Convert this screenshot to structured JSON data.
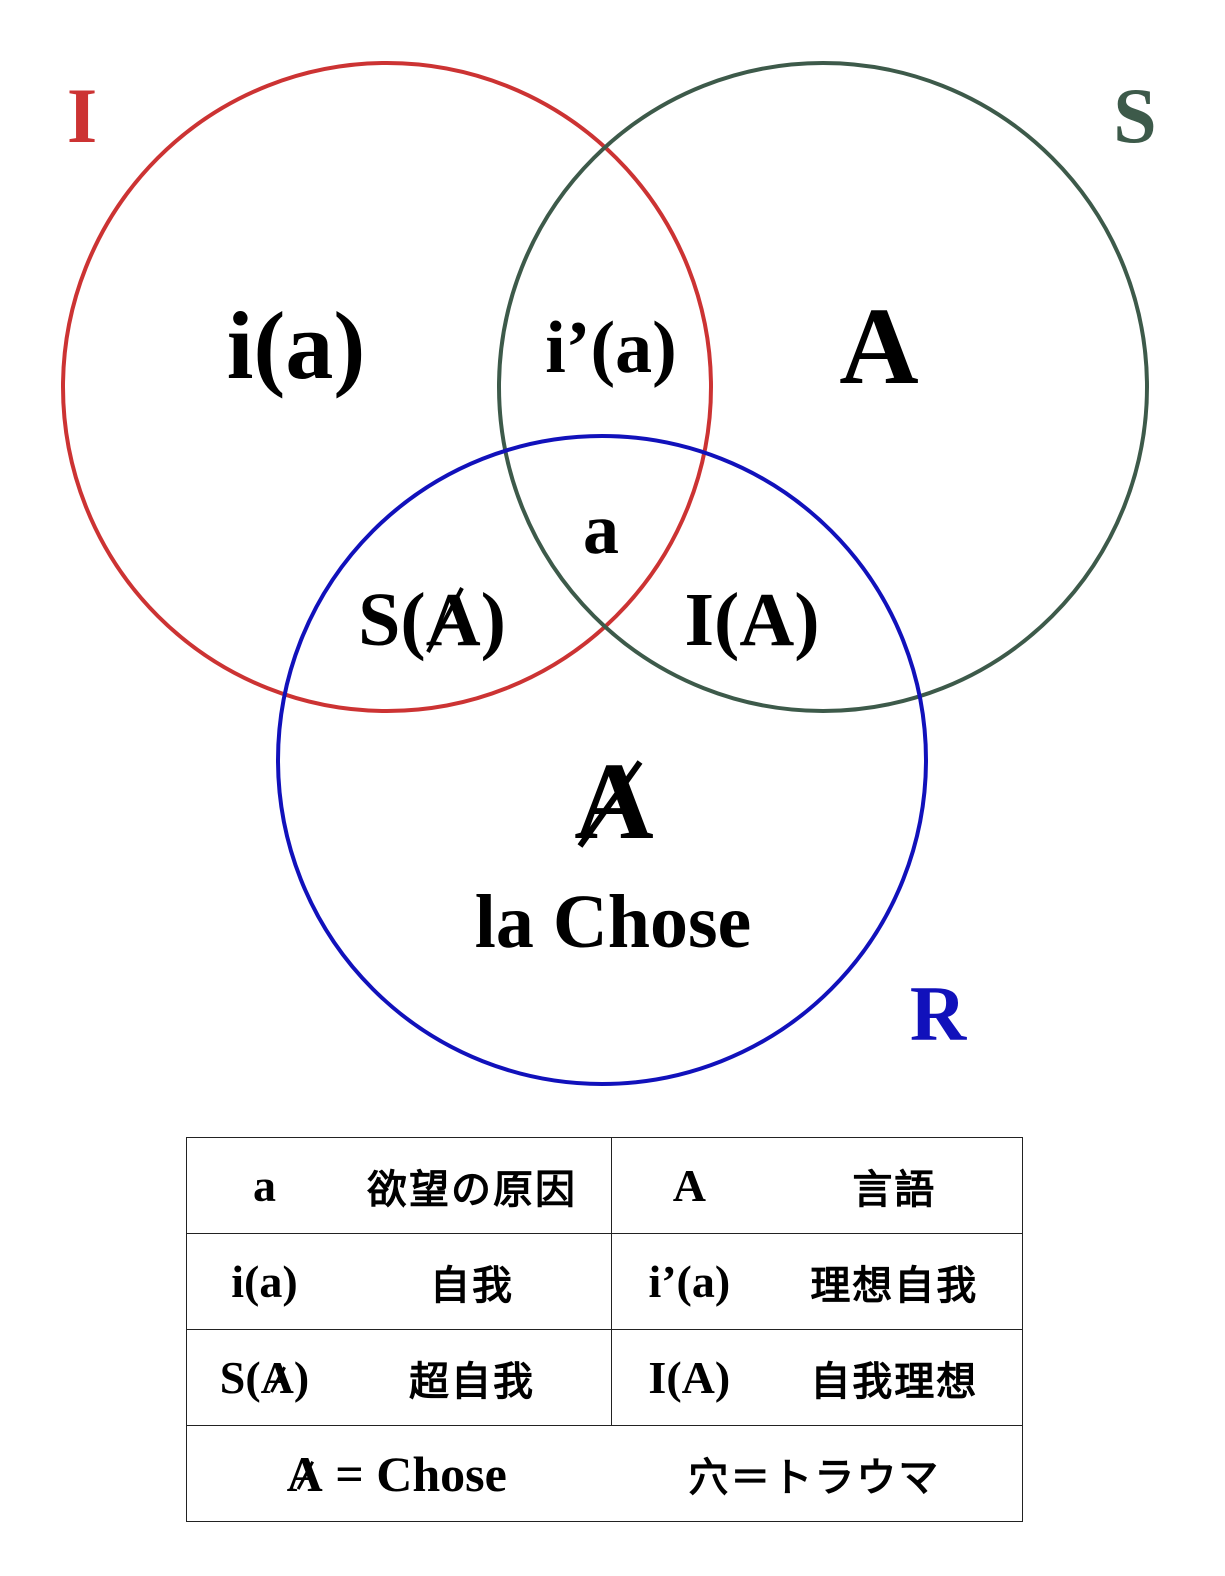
{
  "rings": {
    "I": {
      "label": "I",
      "color": "#cc3333"
    },
    "S": {
      "label": "S",
      "color": "#3d5a4a"
    },
    "R": {
      "label": "R",
      "color": "#1111bb"
    }
  },
  "regions": {
    "i_a": "i(a)",
    "i_prime_a": "i’(a)",
    "A": "A",
    "a": "a",
    "S_A_prefix": "S(",
    "S_A_letter": "A",
    "S_A_suffix": ")",
    "I_A": "I(A)",
    "barred_A": "A",
    "la_chose": "la Chose"
  },
  "legend": {
    "rows": [
      {
        "left_sym": "a",
        "left_meaning": "欲望の原因",
        "right_sym": "A",
        "right_meaning": "言語"
      },
      {
        "left_sym": "i(a)",
        "left_meaning": "自我",
        "right_sym": "i’(a)",
        "right_meaning": "理想自我"
      },
      {
        "left_sym_prefix": "S(",
        "left_sym_letter": "A",
        "left_sym_suffix": ")",
        "left_meaning": "超自我",
        "right_sym": "I(A)",
        "right_meaning": "自我理想"
      }
    ],
    "footer": {
      "left_letter": "A",
      "left_rest": " = Chose",
      "right": "穴＝トラウマ"
    }
  }
}
